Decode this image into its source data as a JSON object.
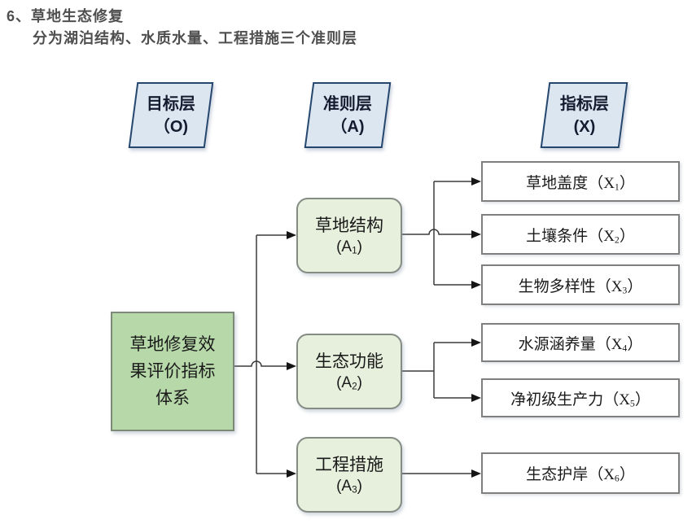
{
  "page": {
    "title": "6、草地生态修复",
    "subtitle": "分为湖泊结构、水质水量、工程措施三个准则层"
  },
  "layers": [
    {
      "name": "目标层",
      "code": "（O)"
    },
    {
      "name": "准则层",
      "code": "（A)"
    },
    {
      "name": "指标层",
      "code": "(X)"
    }
  ],
  "goal": {
    "lines": [
      "草地修复效",
      "果评价指标",
      "体系"
    ]
  },
  "criteria": [
    {
      "name": "草地结构",
      "code_prefix": "(A",
      "code_sub": "1",
      "code_suffix": ")"
    },
    {
      "name": "生态功能",
      "code_prefix": "(A",
      "code_sub": "2",
      "code_suffix": ")"
    },
    {
      "name": "工程措施",
      "code_prefix": "(A",
      "code_sub": "3",
      "code_suffix": ")"
    }
  ],
  "indicators": [
    {
      "name": "草地盖度",
      "code_prefix": "（X",
      "code_sub": "1",
      "code_suffix": "）"
    },
    {
      "name": "土壤条件",
      "code_prefix": "（X",
      "code_sub": "2",
      "code_suffix": "）"
    },
    {
      "name": "生物多样性",
      "code_prefix": "（X",
      "code_sub": "3",
      "code_suffix": "）"
    },
    {
      "name": "水源涵养量",
      "code_prefix": "（X",
      "code_sub": "4",
      "code_suffix": "）"
    },
    {
      "name": "净初级生产力",
      "code_prefix": "（X",
      "code_sub": "5",
      "code_suffix": "）"
    },
    {
      "name": "生态护岸",
      "code_prefix": "（X",
      "code_sub": "6",
      "code_suffix": "）"
    }
  ],
  "structure": {
    "edges": [
      {
        "from": "草地修复效果评价指标体系",
        "to": "草地结构(A1)"
      },
      {
        "from": "草地修复效果评价指标体系",
        "to": "生态功能(A2)"
      },
      {
        "from": "草地修复效果评价指标体系",
        "to": "工程措施(A3)"
      },
      {
        "from": "草地结构(A1)",
        "to": "草地盖度(X1)"
      },
      {
        "from": "草地结构(A1)",
        "to": "土壤条件(X2)"
      },
      {
        "from": "草地结构(A1)",
        "to": "生物多样性(X3)"
      },
      {
        "from": "生态功能(A2)",
        "to": "水源涵养量(X4)"
      },
      {
        "from": "生态功能(A2)",
        "to": "净初级生产力(X5)"
      },
      {
        "from": "工程措施(A3)",
        "to": "生态护岸(X6)"
      }
    ]
  },
  "colors": {
    "layer_fill": "#dce6f1",
    "layer_border": "#25466d",
    "goal_fill": "#b7d8a9",
    "criterion_fill": "#e6f0dc",
    "indicator_fill": "#ffffff",
    "box_border": "#7f7f7f",
    "connector": "#3c3c3c",
    "title_text": "#4f4f4f"
  }
}
